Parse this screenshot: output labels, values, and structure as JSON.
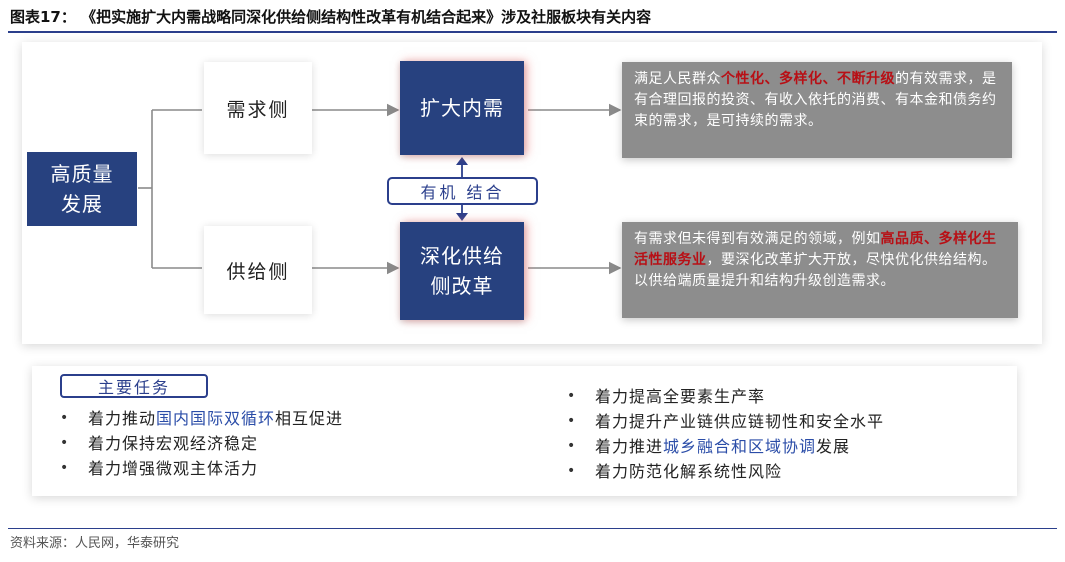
{
  "title": "图表17： 《把实施扩大内需战略同深化供给侧结构性改革有机结合起来》涉及社服板块有关内容",
  "source": "资料来源：人民网，华泰研究",
  "diagram": {
    "root": {
      "line1": "高质量",
      "line2": "发展"
    },
    "demand_side": "需求侧",
    "supply_side": "供给侧",
    "expand_demand": "扩大内需",
    "supply_reform": {
      "line1": "深化供给",
      "line2": "侧改革"
    },
    "combine": "有机 结合",
    "demand_desc": {
      "pre": "满足人民群众",
      "highlight": "个性化、多样化、不断升级",
      "post": "的有效需求，是有合理回报的投资、有收入依托的消费、有本金和债务约束的需求，是可持续的需求。"
    },
    "supply_desc": {
      "pre": "有需求但未得到有效满足的领域，例如",
      "highlight": "高品质、多样化生活性服务业",
      "post": "，要深化改革扩大开放，尽快优化供给结构。以供给端质量提升和结构升级创造需求。"
    }
  },
  "tasks": {
    "label": "主要任务",
    "left": [
      {
        "pre": "着力推动",
        "hl": "国内国际双循环",
        "post": "相互促进"
      },
      {
        "pre": "着力保持宏观经济稳定",
        "hl": "",
        "post": ""
      },
      {
        "pre": "着力增强微观主体活力",
        "hl": "",
        "post": ""
      }
    ],
    "right": [
      {
        "pre": "着力提高全要素生产率",
        "hl": "",
        "post": ""
      },
      {
        "pre": "着力提升产业链供应链韧性和安全水平",
        "hl": "",
        "post": ""
      },
      {
        "pre": "着力推进",
        "hl": "城乡融合和区域协调",
        "post": "发展"
      },
      {
        "pre": "着力防范化解系统性风险",
        "hl": "",
        "post": ""
      }
    ],
    "bullet": "•"
  },
  "colors": {
    "navy": "#27417f",
    "gray": "#8d8d8d",
    "highlight_red": "#b80f15",
    "highlight_blue": "#2b4da8",
    "rule": "#2b3f8c"
  }
}
